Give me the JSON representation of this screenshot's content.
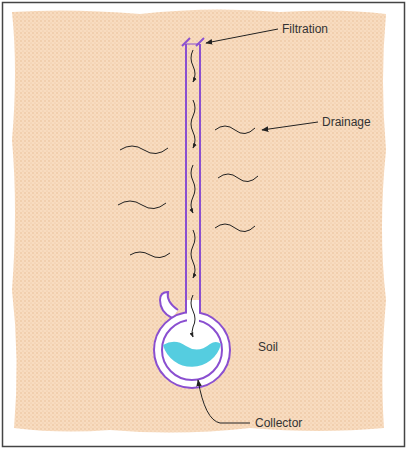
{
  "diagram": {
    "labels": [
      "Filtration",
      "Drainage",
      "Soil",
      "Collector"
    ]
  }
}
